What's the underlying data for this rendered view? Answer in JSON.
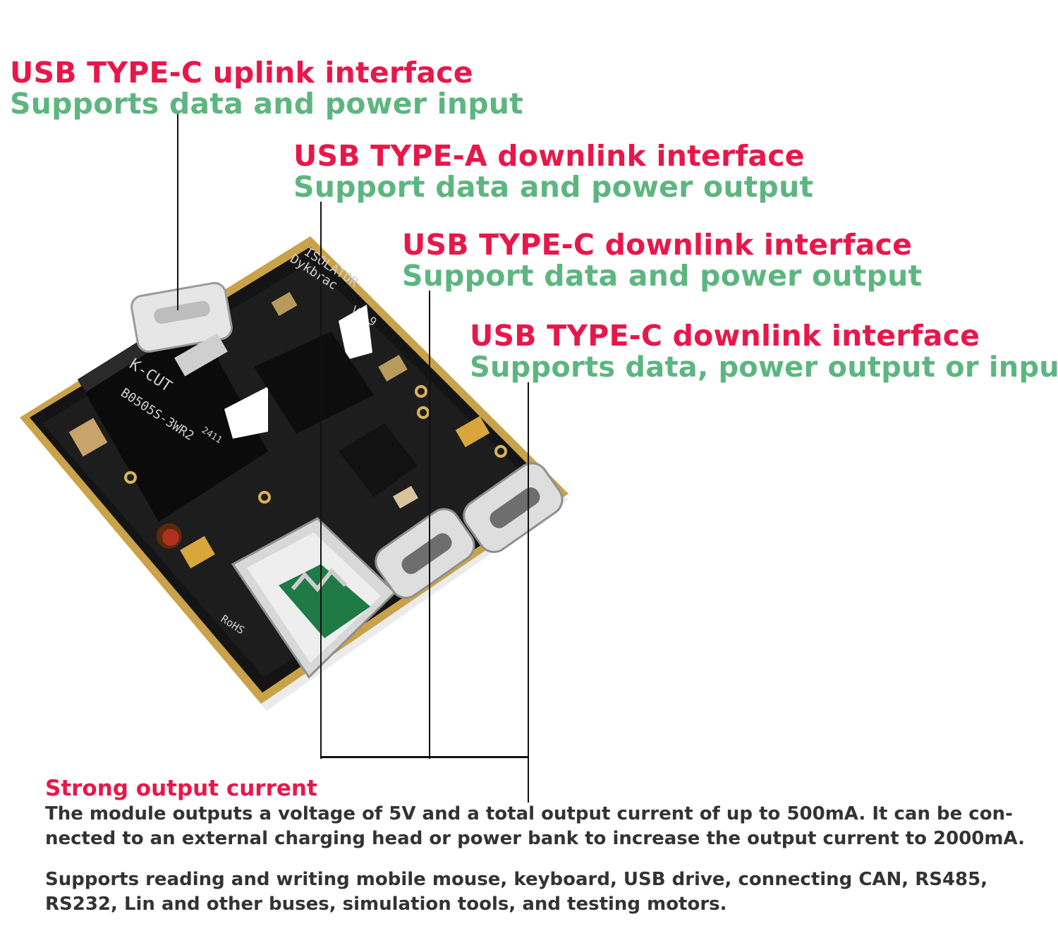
{
  "callouts": [
    {
      "title": "USB TYPE-C uplink interface",
      "subtitle": "Supports data and power input"
    },
    {
      "title": "USB TYPE-A downlink interface",
      "subtitle": "Support data and power output"
    },
    {
      "title": "USB TYPE-C downlink interface",
      "subtitle": "Support data and power output"
    },
    {
      "title": "USB TYPE-C downlink interface",
      "subtitle": "Supports data, power output or input"
    }
  ],
  "board": {
    "silkscreen_name": "ISOLATOR",
    "silkscreen_brand": "Dykbrac",
    "version": "V3.9",
    "module_brand": "K-CUT",
    "module_part": "B0505S-3WR2",
    "module_date": "2411",
    "rohs": "RoHS"
  },
  "feature": {
    "title": "Strong output current",
    "paragraph1": "The module outputs a voltage of 5V and a total output current of up to 500mA. It can be con-nected to an external charging head or power bank to increase the output current to 2000mA.",
    "paragraph2": "Supports reading and writing mobile mouse, keyboard, USB drive, connecting CAN, RS485, RS232, Lin and other buses, simulation tools, and testing motors."
  },
  "colors": {
    "title_red": "#e8174a",
    "subtitle_green": "#5cb67f",
    "pcb_black": "#141414",
    "gold_edge": "#c9a24a"
  }
}
